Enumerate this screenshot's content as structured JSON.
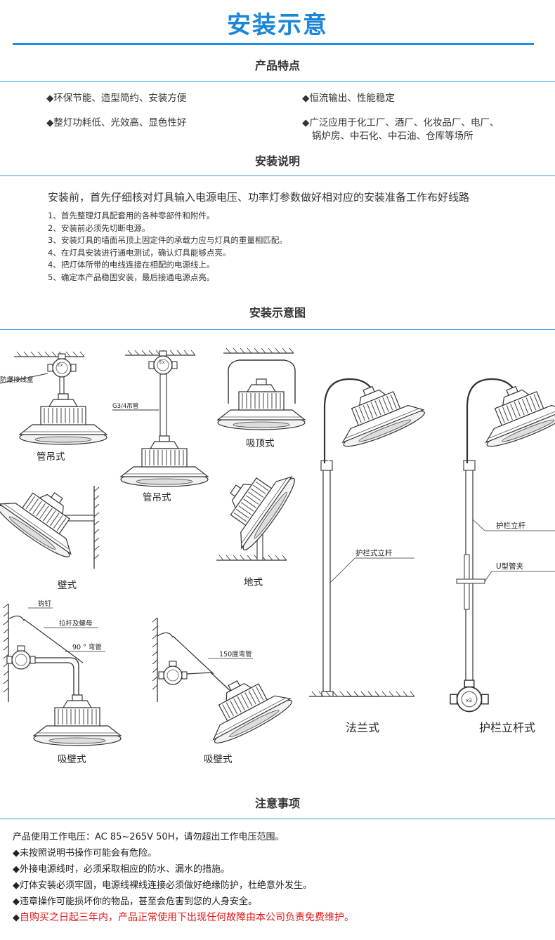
{
  "title": "安装示意",
  "sections": {
    "features_title": "产品特点",
    "install_title": "安装说明",
    "diagram_title": "安装示意图",
    "notes_title": "注意事项"
  },
  "features": [
    "◆环保节能、造型简约、安装方便",
    "◆恒流输出、性能稳定",
    "◆整灯功耗低、光效高、显色性好",
    "◆广泛应用于化工厂、酒厂、化妆品厂、电厂、",
    "锅炉房、中石化、中石油、仓库等场所"
  ],
  "install": {
    "intro": "安装前，首先仔细核对灯具输入电源电压、功率灯参数做好相对应的安装准备工作布好线路",
    "steps": [
      "1、首先整理灯具配套用的各种零部件和附件。",
      "2、安装前必须先切断电源。",
      "3、安装灯具的墙面吊顶上固定件的承载力应与灯具的重量相匹配。",
      "4、在灯具安装进行通电测试，确认灯具能够点亮。",
      "4、把灯体所带的电线连接在相配的电源线上。",
      "5、确定本产品稳固安装，最后接通电源点亮。"
    ]
  },
  "diagram": {
    "junction_box": "防爆接线盒",
    "pipe_label": "G3/4吊管",
    "pendant_a": "管吊式",
    "pendant_b": "管吊式",
    "ceiling": "吸顶式",
    "wall": "壁式",
    "floor": "地式",
    "hook": "钩钉",
    "rod": "拉杆及螺母",
    "elbow90": "90 ° 弯管",
    "elbow150": "150度弯管",
    "wall_a": "吸壁式",
    "wall_b": "吸壁式",
    "guard_pole_label": "护栏式立杆",
    "flange": "法兰式",
    "guard_rail_pole": "护栏立杆",
    "u_clamp": "U型管夹",
    "rail_pole_style": "护栏立杆式",
    "ex_mark": "Ex",
    "ex_mark_rev": "xƎ"
  },
  "notes": [
    "产品使用工作电压：AC 85~265V 50H，请勿超出工作电压范围。",
    "◆未按照说明书操作可能会有危险。",
    "◆外接电源线时，必须采取相应的防水、漏水的措施。",
    "◆灯体安装必须牢固，电源线裸线连接必须做好绝缘防护，杜绝意外发生。",
    "◆违章操作可能损坏你的物品，甚至会危害到您的人身安全。"
  ],
  "warranty": {
    "bullet": "◆",
    "text": "自购买之日起三年内，产品正常使用下出现任何故障由本公司负责免费维护。"
  },
  "colors": {
    "accent": "#1e8fe0",
    "warn": "#e01515"
  }
}
